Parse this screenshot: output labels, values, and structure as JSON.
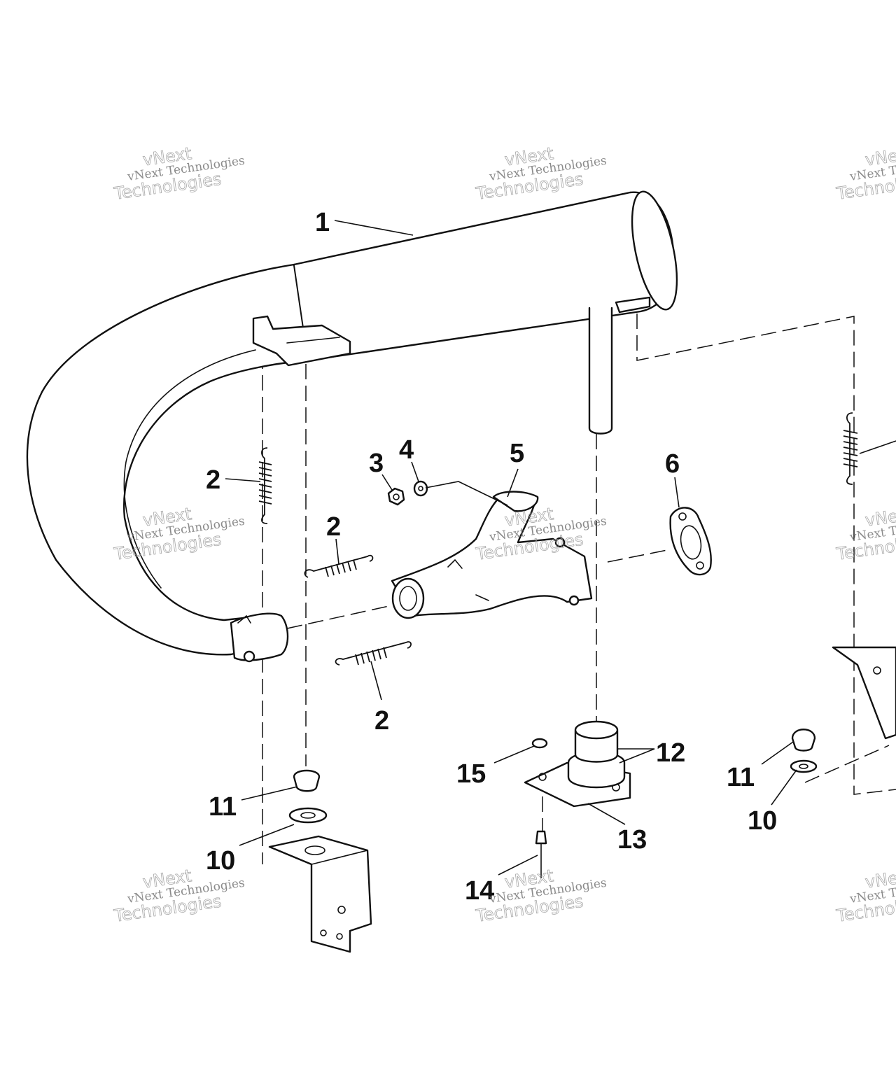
{
  "callouts": {
    "c1": "1",
    "c2a": "2",
    "c2b": "2",
    "c2c": "2",
    "c3": "3",
    "c4": "4",
    "c5": "5",
    "c6": "6",
    "c10a": "10",
    "c10b": "10",
    "c11a": "11",
    "c11b": "11",
    "c12": "12",
    "c13": "13",
    "c14": "14",
    "c15": "15"
  },
  "watermark": {
    "line1": "vNext Technologies",
    "line2": "vNext",
    "line3": "Technologies"
  }
}
